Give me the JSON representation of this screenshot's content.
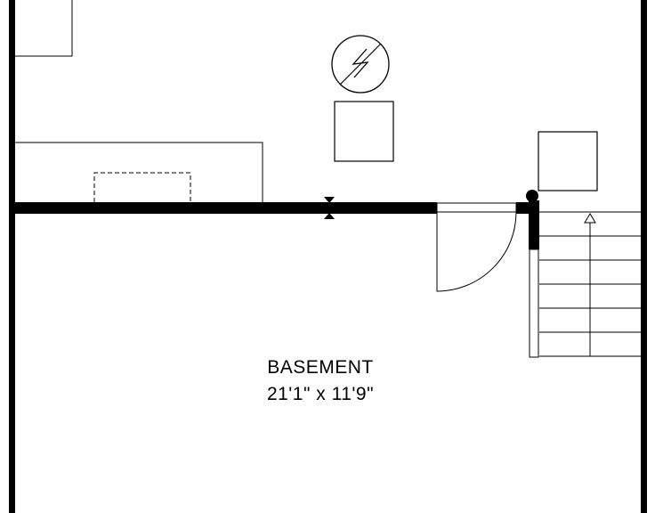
{
  "rooms": [
    {
      "name": "BASEMENT",
      "dimensions": "21'1\" x 11'9\""
    }
  ],
  "fixtures": [
    {
      "type": "electrical-panel-icon"
    },
    {
      "type": "equipment-box"
    },
    {
      "type": "equipment-box"
    },
    {
      "type": "counter-with-sink"
    },
    {
      "type": "door-swing"
    },
    {
      "type": "stairs-up-arrow-icon"
    }
  ],
  "colors": {
    "wall": "#000000",
    "background": "#ffffff",
    "line": "#000000"
  }
}
